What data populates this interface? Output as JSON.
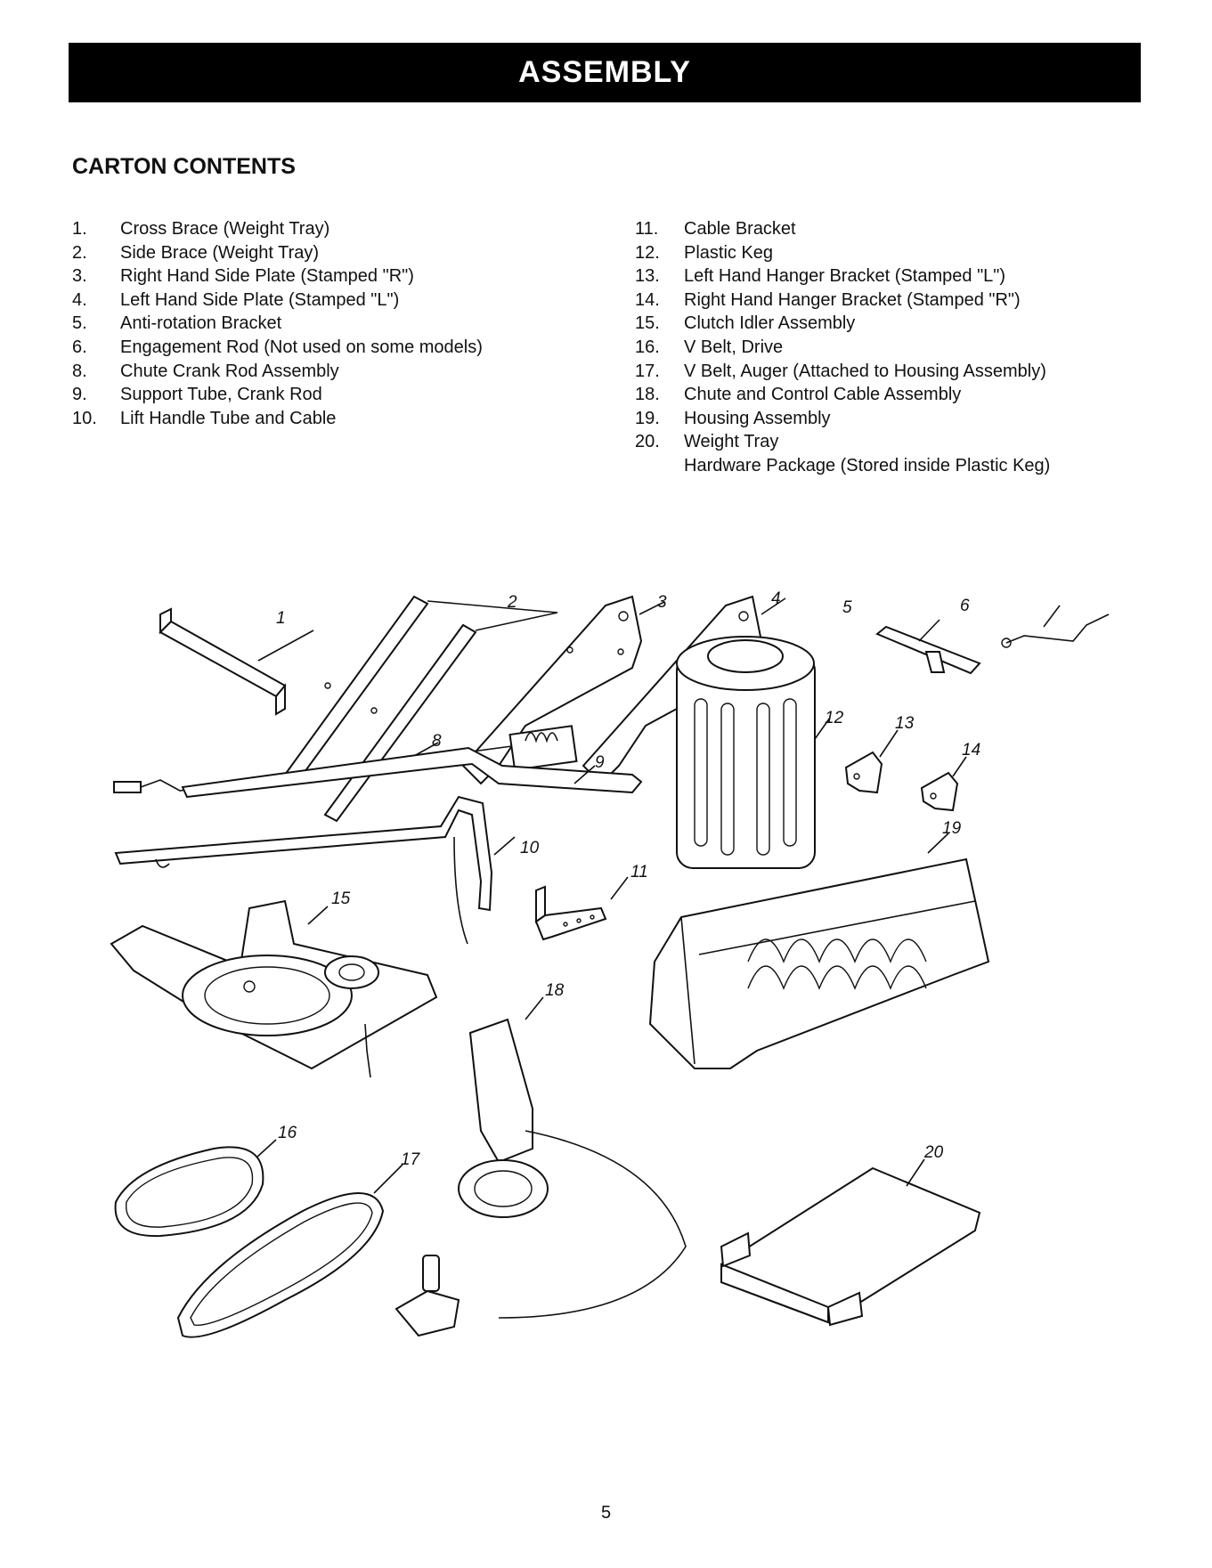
{
  "header": {
    "title": "ASSEMBLY"
  },
  "section": {
    "title": "CARTON CONTENTS"
  },
  "contents": {
    "left": [
      {
        "num": "1.",
        "text": "Cross Brace (Weight Tray)"
      },
      {
        "num": "2.",
        "text": "Side Brace (Weight Tray)"
      },
      {
        "num": "3.",
        "text": "Right Hand Side Plate (Stamped \"R\")"
      },
      {
        "num": "4.",
        "text": "Left Hand Side Plate (Stamped \"L\")"
      },
      {
        "num": "5.",
        "text": "Anti-rotation Bracket"
      },
      {
        "num": "6.",
        "text": "Engagement Rod (Not used on some models)"
      },
      {
        "num": "8.",
        "text": "Chute Crank Rod Assembly"
      },
      {
        "num": "9.",
        "text": "Support Tube, Crank Rod"
      },
      {
        "num": "10.",
        "text": "Lift Handle Tube and Cable"
      }
    ],
    "right": [
      {
        "num": "11.",
        "text": "Cable Bracket"
      },
      {
        "num": "12.",
        "text": "Plastic Keg"
      },
      {
        "num": "13.",
        "text": "Left Hand Hanger Bracket (Stamped \"L\")"
      },
      {
        "num": "14.",
        "text": "Right Hand Hanger Bracket (Stamped \"R\")"
      },
      {
        "num": "15.",
        "text": "Clutch Idler Assembly"
      },
      {
        "num": "16.",
        "text": "V Belt, Drive"
      },
      {
        "num": "17.",
        "text": "V Belt, Auger (Attached to Housing Assembly)"
      },
      {
        "num": "18.",
        "text": "Chute and Control Cable Assembly"
      },
      {
        "num": "19.",
        "text": "Housing Assembly"
      },
      {
        "num": "20.",
        "text": "Weight Tray"
      },
      {
        "num": "",
        "text": "Hardware Package (Stored inside Plastic Keg)"
      }
    ]
  },
  "callouts": {
    "c1": "1",
    "c2": "2",
    "c3": "3",
    "c4": "4",
    "c5": "5",
    "c6": "6",
    "c8": "8",
    "c9": "9",
    "c10": "10",
    "c11": "11",
    "c12": "12",
    "c13": "13",
    "c14": "14",
    "c15": "15",
    "c16": "16",
    "c17": "17",
    "c18": "18",
    "c19": "19",
    "c20": "20"
  },
  "footer": {
    "page_number": "5"
  }
}
